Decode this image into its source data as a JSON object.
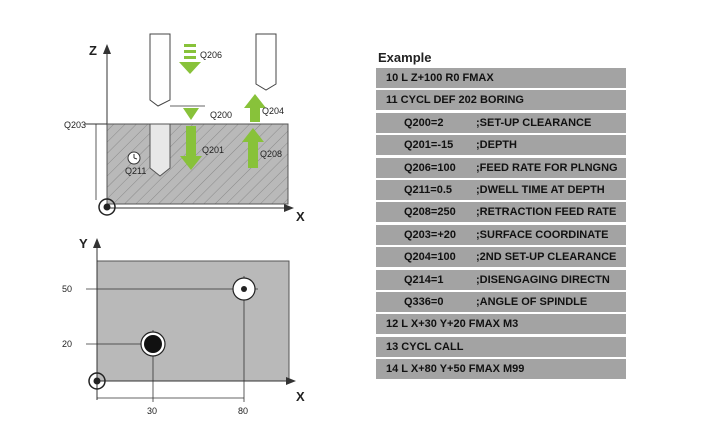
{
  "diagram_side": {
    "axis_z": "Z",
    "axis_x": "X",
    "labels": {
      "q206": "Q206",
      "q200": "Q200",
      "q204": "Q204",
      "q203": "Q203",
      "q201": "Q201",
      "q208": "Q208",
      "q211": "Q211"
    }
  },
  "diagram_top": {
    "axis_y": "Y",
    "axis_x": "X",
    "y50": "50",
    "y20": "20",
    "x30": "30",
    "x80": "80"
  },
  "example": {
    "title": "Example",
    "lines": [
      {
        "kind": "top",
        "text": "10 L  Z+100 R0  FMAX"
      },
      {
        "kind": "top",
        "text": "11 CYCL DEF 202  BORING"
      },
      {
        "kind": "param",
        "param": "Q200=2",
        "comment": ";SET-UP CLEARANCE"
      },
      {
        "kind": "param",
        "param": "Q201=-15",
        "comment": ";DEPTH"
      },
      {
        "kind": "param",
        "param": "Q206=100",
        "comment": ";FEED RATE FOR PLNGNG"
      },
      {
        "kind": "param",
        "param": "Q211=0.5",
        "comment": ";DWELL TIME AT DEPTH"
      },
      {
        "kind": "param",
        "param": "Q208=250",
        "comment": ";RETRACTION FEED RATE"
      },
      {
        "kind": "param",
        "param": "Q203=+20",
        "comment": ";SURFACE COORDINATE"
      },
      {
        "kind": "param",
        "param": "Q204=100",
        "comment": ";2ND SET-UP CLEARANCE"
      },
      {
        "kind": "param",
        "param": "Q214=1",
        "comment": ";DISENGAGING DIRECTN"
      },
      {
        "kind": "param",
        "param": "Q336=0",
        "comment": ";ANGLE OF SPINDLE"
      },
      {
        "kind": "top",
        "text": "12 L X+30 Y+20 FMAX M3"
      },
      {
        "kind": "top",
        "text": "13 CYCL CALL"
      },
      {
        "kind": "top",
        "text": "14 L X+80 Y+50 FMAX M99"
      }
    ]
  },
  "colors": {
    "workpiece": "#b9b9b9",
    "arrow_green": "#88c23a",
    "row_bg": "#a3a3a3"
  }
}
